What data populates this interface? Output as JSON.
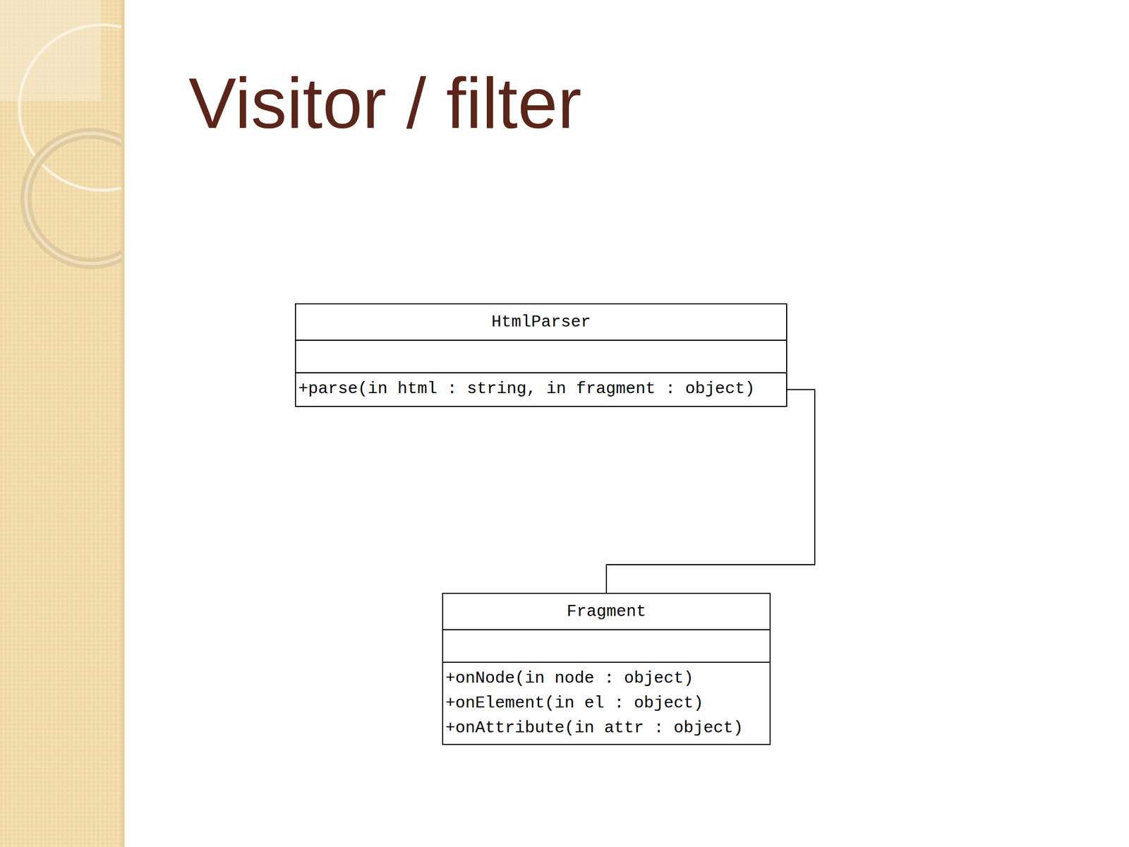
{
  "diagram": {
    "title": "Visitor / filter",
    "nodes": [
      {
        "text": [
          "HtmlParser",
          "+parse(in html : string, in fragment : object)"
        ]
      },
      {
        "text": [
          "Fragment",
          "+onNode(in node : object)",
          "+onElement(in el : object)",
          "+onAttribute(in attr : object)"
        ]
      }
    ],
    "edges": [
      {
        "from": 0,
        "to": 1,
        "arrow": "none"
      }
    ]
  }
}
